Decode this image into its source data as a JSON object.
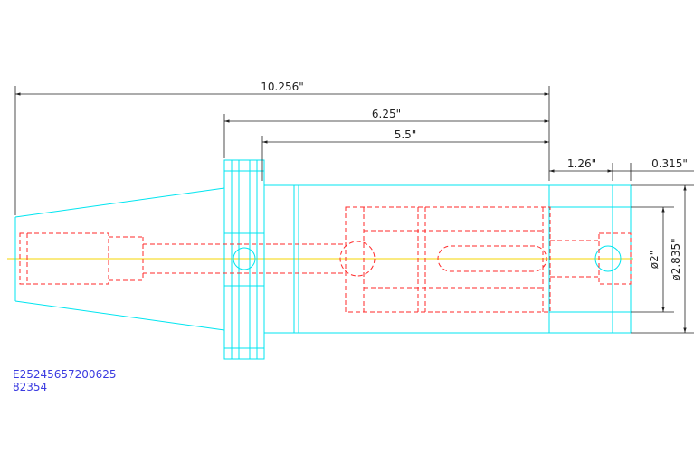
{
  "colors": {
    "outline": "#00e5f0",
    "hidden": "#ff2a2a",
    "centerline": "#f5d400",
    "dimension": "#222222",
    "label": "#3a3ae0"
  },
  "dimensions": {
    "overall_length": "10.256\"",
    "length_6_25": "6.25\"",
    "length_5_5": "5.5\"",
    "length_1_26": "1.26\"",
    "length_0_315": "0.315\"",
    "diameter_small": "ø2\"",
    "diameter_large": "ø2.835\""
  },
  "labels": {
    "part_number": "E25245657200625",
    "item_number": "82354"
  }
}
